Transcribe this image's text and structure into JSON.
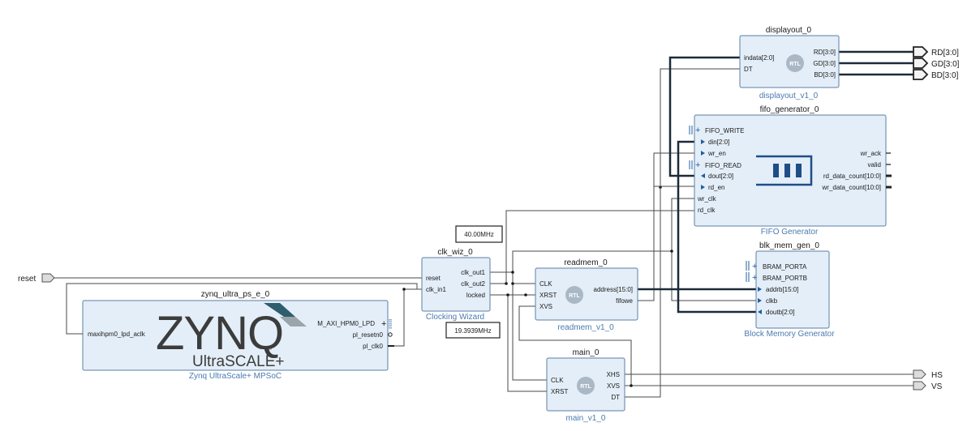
{
  "ports": {
    "reset": "reset",
    "rd": "RD[3:0]",
    "gd": "GD[3:0]",
    "bd": "BD[3:0]",
    "hs": "HS",
    "vs": "VS"
  },
  "freq": {
    "clk_out1": "40.00MHz",
    "clk_out2": "19.3939MHz"
  },
  "zynq": {
    "name": "zynq_ultra_ps_e_0",
    "sub": "Zynq UltraScale+ MPSoC",
    "logo_main": "ZYNQ",
    "logo_sub": "UltraSCALE+",
    "pin_aclk": "maxihpm0_lpd_aclk",
    "pin_axi": "M_AXI_HPM0_LPD",
    "pin_resetn": "pl_resetn0",
    "pin_clk": "pl_clk0"
  },
  "clkwiz": {
    "name": "clk_wiz_0",
    "sub": "Clocking Wizard",
    "pin_reset": "reset",
    "pin_clkin": "clk_in1",
    "pin_out1": "clk_out1",
    "pin_out2": "clk_out2",
    "pin_locked": "locked"
  },
  "readmem": {
    "name": "readmem_0",
    "sub": "readmem_v1_0",
    "rtl": "RTL",
    "pin_clk": "CLK",
    "pin_xrst": "XRST",
    "pin_xvs": "XVS",
    "pin_addr": "address[15:0]",
    "pin_fifowe": "fifowe"
  },
  "main": {
    "name": "main_0",
    "sub": "main_v1_0",
    "rtl": "RTL",
    "pin_clk": "CLK",
    "pin_xrst": "XRST",
    "pin_xhs": "XHS",
    "pin_xvs": "XVS",
    "pin_dt": "DT"
  },
  "display": {
    "name": "displayout_0",
    "sub": "displayout_v1_0",
    "rtl": "RTL",
    "pin_indata": "indata[2:0]",
    "pin_dt": "DT",
    "pin_rd": "RD[3:0]",
    "pin_gd": "GD[3:0]",
    "pin_bd": "BD[3:0]"
  },
  "fifo": {
    "name": "fifo_generator_0",
    "sub": "FIFO Generator",
    "pin_fifo_write": "FIFO_WRITE",
    "pin_din": "din[2:0]",
    "pin_wr_en": "wr_en",
    "pin_fifo_read": "FIFO_READ",
    "pin_dout": "dout[2:0]",
    "pin_rd_en": "rd_en",
    "pin_wr_clk": "wr_clk",
    "pin_rd_clk": "rd_clk",
    "pin_wr_ack": "wr_ack",
    "pin_valid": "valid",
    "pin_rd_count": "rd_data_count[10:0]",
    "pin_wr_count": "wr_data_count[10:0]"
  },
  "bram": {
    "name": "blk_mem_gen_0",
    "sub": "Block Memory Generator",
    "pin_porta": "BRAM_PORTA",
    "pin_portb": "BRAM_PORTB",
    "pin_addrb": "addrb[15:0]",
    "pin_clkb": "clkb",
    "pin_doutb": "doutb[2:0]"
  },
  "colors": {
    "block_fill": "#e4eef8",
    "block_stroke": "#5b7fa6",
    "subtitle": "#4a7ab0",
    "logo_dark": "#3c3c3c",
    "logo_teal": "#2e5e6e"
  }
}
